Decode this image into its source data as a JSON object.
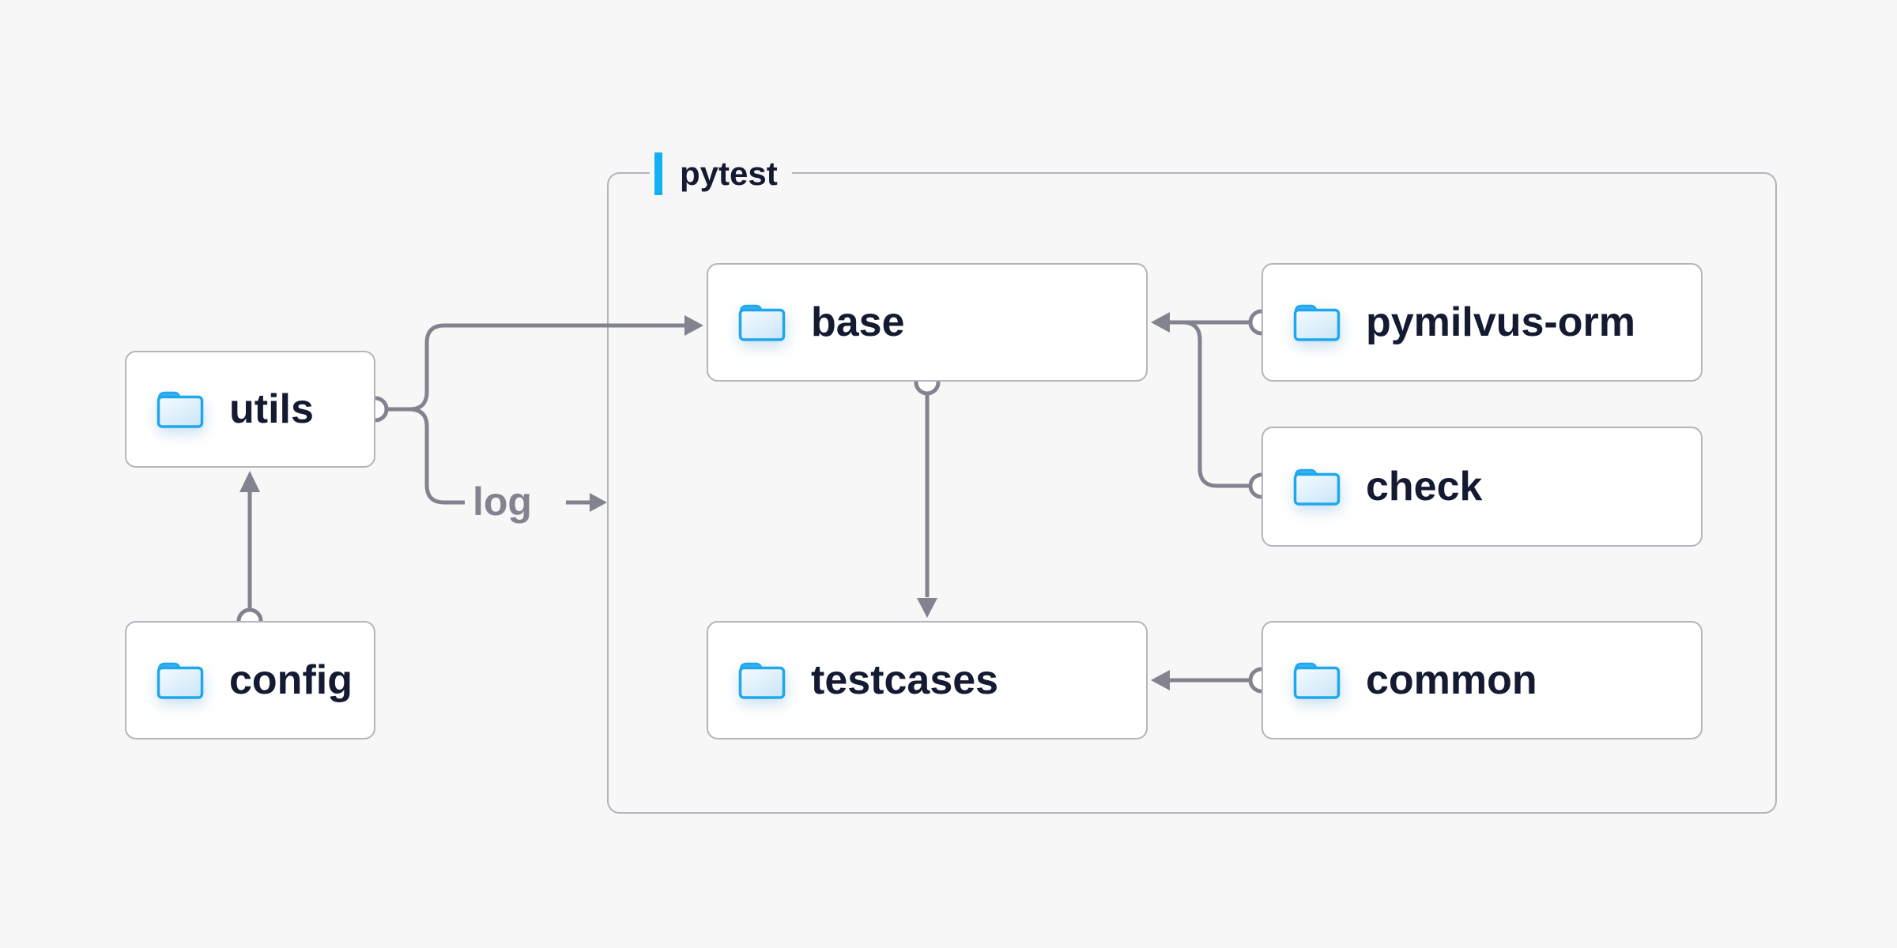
{
  "diagram": {
    "group": {
      "label": "pytest"
    },
    "nodes": {
      "utils": {
        "label": "utils",
        "icon": "folder-icon"
      },
      "config": {
        "label": "config",
        "icon": "folder-icon"
      },
      "base": {
        "label": "base",
        "icon": "folder-icon"
      },
      "pymilvus-orm": {
        "label": "pymilvus-orm",
        "icon": "folder-icon"
      },
      "check": {
        "label": "check",
        "icon": "folder-icon"
      },
      "testcases": {
        "label": "testcases",
        "icon": "folder-icon"
      },
      "common": {
        "label": "common",
        "icon": "folder-icon"
      }
    },
    "edge_label": "log",
    "edges": [
      {
        "from": "config",
        "to": "utils"
      },
      {
        "from": "utils",
        "to": "base"
      },
      {
        "from": "utils",
        "to": "pytest-group",
        "label": "log"
      },
      {
        "from": "pymilvus-orm",
        "to": "base"
      },
      {
        "from": "check",
        "to": "base"
      },
      {
        "from": "base",
        "to": "testcases"
      },
      {
        "from": "common",
        "to": "testcases"
      }
    ],
    "colors": {
      "background": "#f7f7f8",
      "node_fill": "#ffffff",
      "node_border": "#b3b5bd",
      "group_border": "#b3b5bd",
      "connector": "#82838e",
      "text": "#141a31",
      "accent_bar": "#12aff2",
      "folder_stroke": "#1ea7ec",
      "folder_tab": "#3cb2ee"
    }
  }
}
